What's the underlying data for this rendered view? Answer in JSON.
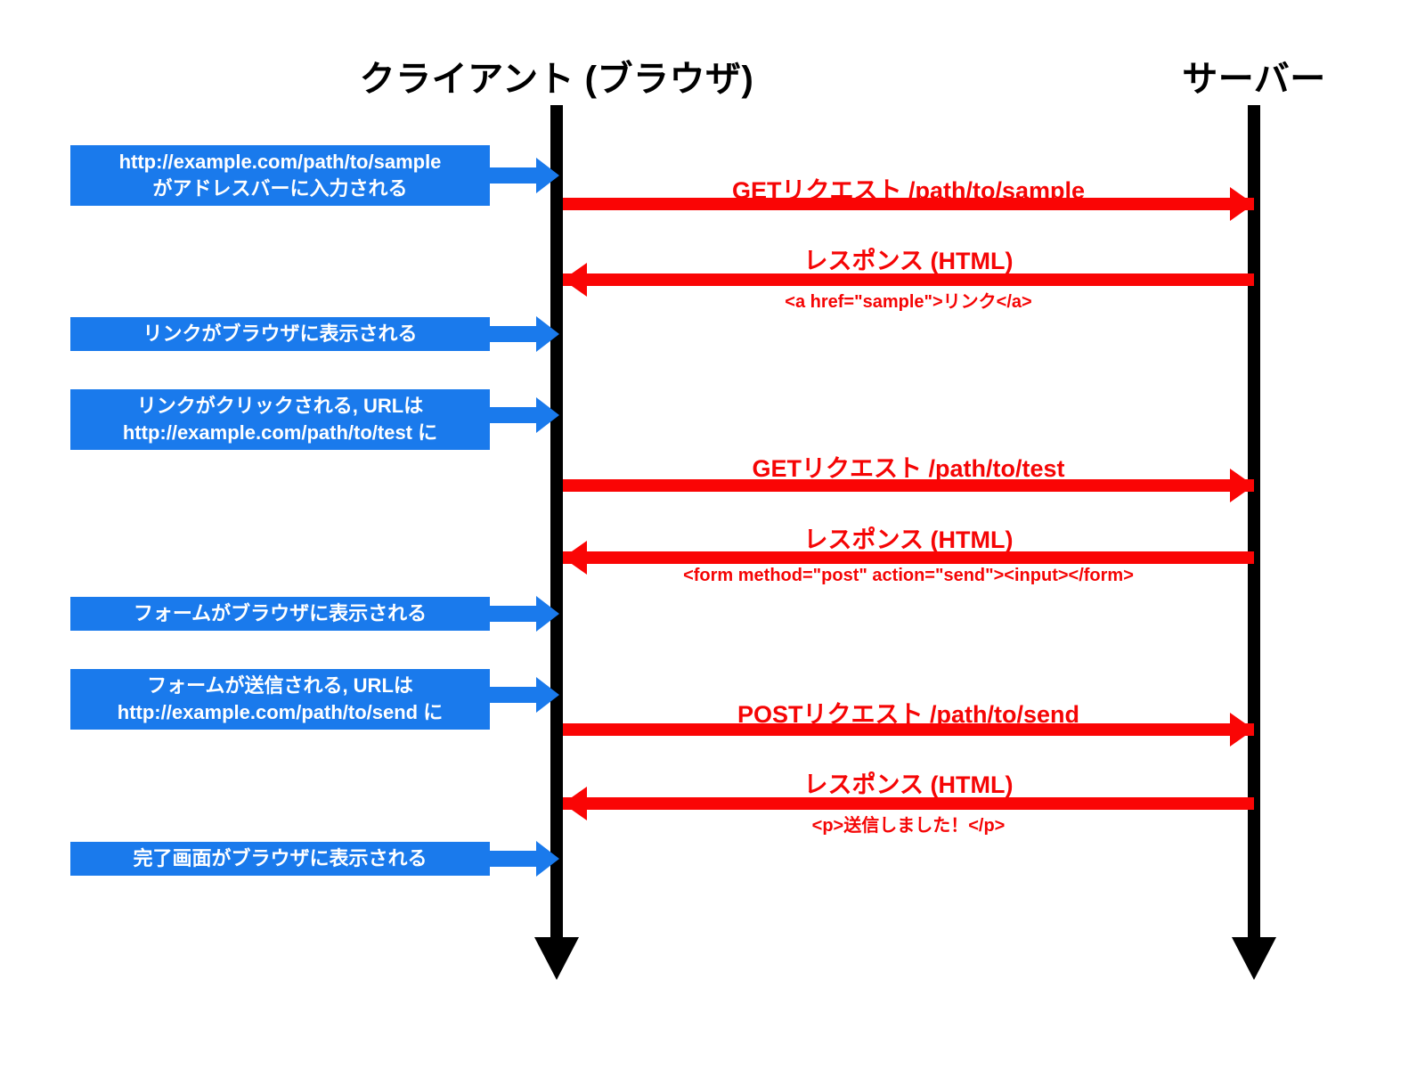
{
  "diagram": {
    "title_client": "クライアント (ブラウザ)",
    "title_server": "サーバー",
    "colors": {
      "note_fill": "#1a7aec",
      "message": "#fa0505",
      "lifeline": "#000000",
      "background": "#ffffff"
    }
  },
  "notes": [
    {
      "line1": "http://example.com/path/to/sample",
      "line2": "がアドレスバーに入力される"
    },
    {
      "line1": "リンクがブラウザに表示される",
      "line2": ""
    },
    {
      "line1": "リンクがクリックされる, URLは",
      "line2": "http://example.com/path/to/test に"
    },
    {
      "line1": "フォームがブラウザに表示される",
      "line2": ""
    },
    {
      "line1": "フォームが送信される, URLは",
      "line2": "http://example.com/path/to/send に"
    },
    {
      "line1": "完了画面がブラウザに表示される",
      "line2": ""
    }
  ],
  "messages": [
    {
      "label": "GETリクエスト /path/to/sample",
      "sublabel": "",
      "direction": "client-to-server"
    },
    {
      "label": "レスポンス (HTML)",
      "sublabel": "<a href=\"sample\">リンク</a>",
      "direction": "server-to-client"
    },
    {
      "label": "GETリクエスト /path/to/test",
      "sublabel": "",
      "direction": "client-to-server"
    },
    {
      "label": "レスポンス (HTML)",
      "sublabel": "<form method=\"post\" action=\"send\"><input></form>",
      "direction": "server-to-client"
    },
    {
      "label": "POSTリクエスト /path/to/send",
      "sublabel": "",
      "direction": "client-to-server"
    },
    {
      "label": "レスポンス (HTML)",
      "sublabel": "<p>送信しました！</p>",
      "direction": "server-to-client"
    }
  ]
}
